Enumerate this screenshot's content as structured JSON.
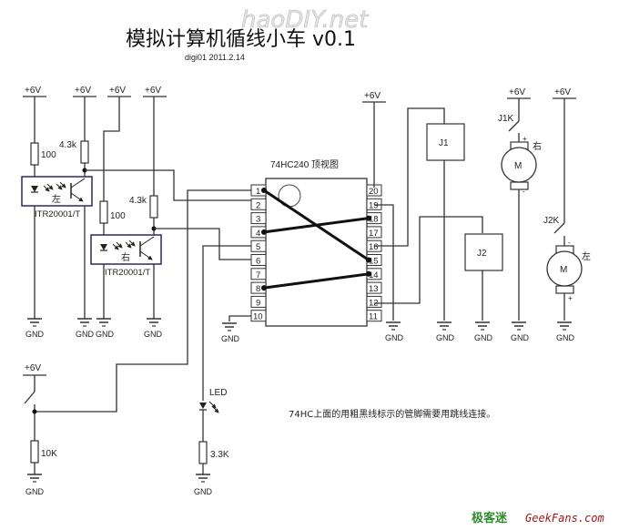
{
  "title": "模拟计算机循线小车 v0.1",
  "subtitle": "digi01 2011.2.14",
  "watermark": "haoDIY.net",
  "supply_label": "+6V",
  "ground_label": "GND",
  "sensors": [
    {
      "name": "ITR20001/T",
      "side": "左",
      "led_resistor": "100",
      "pullup_resistor": "4.3k"
    },
    {
      "name": "ITR20001/T",
      "side": "右",
      "led_resistor": "100",
      "pullup_resistor": "4.3k"
    }
  ],
  "ic": {
    "label": "74HC240 顶视图",
    "left_pins": [
      "1",
      "2",
      "3",
      "4",
      "5",
      "6",
      "7",
      "8",
      "9",
      "10"
    ],
    "right_pins": [
      "20",
      "19",
      "18",
      "17",
      "16",
      "15",
      "14",
      "13",
      "12",
      "11"
    ],
    "jumpers": [
      [
        "1",
        "15"
      ],
      [
        "4",
        "18"
      ],
      [
        "8",
        "14"
      ]
    ]
  },
  "relays": [
    {
      "label": "J1"
    },
    {
      "label": "J2"
    }
  ],
  "motors": [
    {
      "switch": "J1K",
      "symbol": "M",
      "side": "右",
      "top_polarity": "+",
      "bottom_polarity": "-"
    },
    {
      "switch": "J2K",
      "symbol": "M",
      "side": "左",
      "top_polarity": "-",
      "bottom_polarity": "+"
    }
  ],
  "switch_circuit": {
    "resistor": "10K"
  },
  "led_circuit": {
    "label": "LED",
    "resistor": "3.3K"
  },
  "note": "74HC上面的用粗黑线标示的管脚需要用跳线连接。",
  "brand": {
    "cn": "极客迷",
    "en": "GeekFans.com"
  }
}
